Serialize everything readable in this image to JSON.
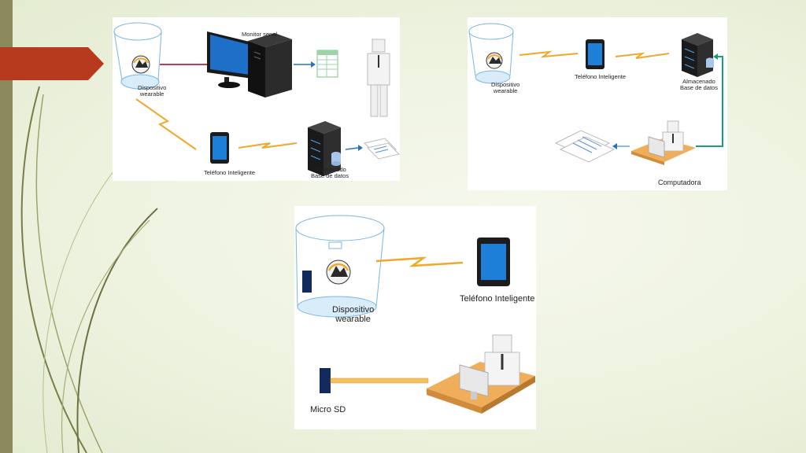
{
  "panel_top_left": {
    "monitor_label": "Monitor senal",
    "device_label": "Dispositivo\nwearable",
    "phone_label": "Teléfono Inteligente",
    "storage_label": "Almacenado\nBase de datos"
  },
  "panel_top_right": {
    "device_label": "Dispositivo\nwearable",
    "phone_label": "Teléfono Inteligente",
    "storage_label": "Almacenado\nBase de datos",
    "computer_label": "Computadora"
  },
  "panel_bottom": {
    "device_label": "Dispositivo\nwearable",
    "phone_label": "Teléfono Inteligente",
    "microsd_label": "Micro SD"
  },
  "colors": {
    "accent_arrow": "#b83a1e",
    "left_bar": "#8c8a5c",
    "signal": "#f0a82a",
    "screen_blue": "#1e7fd8",
    "connector_green": "#1a9e7a",
    "arrow_blue": "#2a73b8"
  }
}
